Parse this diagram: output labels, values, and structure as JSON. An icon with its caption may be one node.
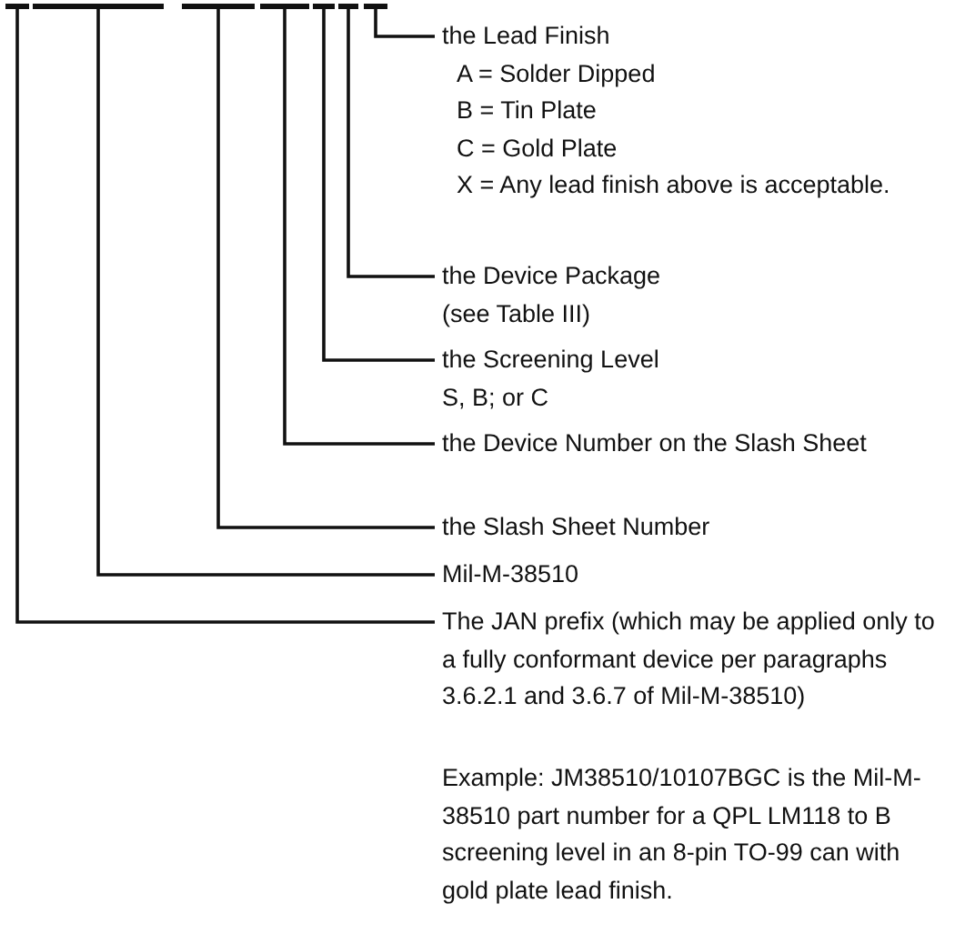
{
  "diagram": {
    "nodes": [
      {
        "text": [],
        "shape": "bar"
      },
      {
        "text": [],
        "shape": "bar"
      },
      {
        "text": [],
        "shape": "bar"
      },
      {
        "text": [],
        "shape": "bar"
      },
      {
        "text": [],
        "shape": "bar"
      },
      {
        "text": [],
        "shape": "bar"
      },
      {
        "text": [],
        "shape": "bar"
      },
      {
        "text": [
          "the Lead Finish",
          "A = Solder Dipped",
          "B = Tin Plate",
          "C = Gold Plate",
          "X = Any lead finish above is acceptable."
        ]
      },
      {
        "text": [
          "the Device Package",
          "(see Table III)"
        ]
      },
      {
        "text": [
          "the Screening Level",
          "S, B; or C"
        ]
      },
      {
        "text": [
          "the Device Number on the Slash Sheet"
        ]
      },
      {
        "text": [
          "the Slash Sheet Number"
        ]
      },
      {
        "text": [
          "Mil-M-38510"
        ]
      },
      {
        "text": [
          "The JAN prefix (which may be applied only to a fully conformant device per paragraphs 3.6.2.1 and 3.6.7 of Mil-M-38510)"
        ]
      }
    ],
    "edges": [
      {
        "from": 7,
        "to": 6,
        "arrow": "none"
      },
      {
        "from": 8,
        "to": 5,
        "arrow": "none"
      },
      {
        "from": 9,
        "to": 4,
        "arrow": "none"
      },
      {
        "from": 10,
        "to": 3,
        "arrow": "none"
      },
      {
        "from": 11,
        "to": 2,
        "arrow": "none"
      },
      {
        "from": 12,
        "to": 1,
        "arrow": "none"
      },
      {
        "from": 13,
        "to": 0,
        "arrow": "none"
      }
    ],
    "labels": [
      "Example: JM38510/10107BGC is the Mil-M-38510 part number for a QPL LM118 to B screening level in an 8-pin TO-99 can with gold plate lead finish."
    ]
  }
}
